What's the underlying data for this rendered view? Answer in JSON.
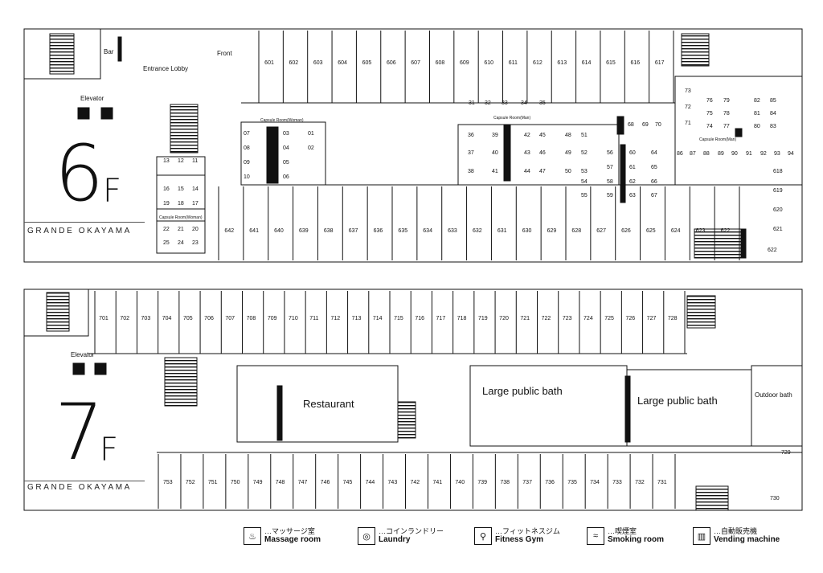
{
  "hotel_name": "GRANDE OKAYAMA",
  "floor6": {
    "number_big": "6",
    "number_small": "F",
    "labels": {
      "bar": "Bar",
      "entrance_lobby": "Entrance Lobby",
      "front": "Front",
      "elevator": "Elevator",
      "capsule_woman_top": "Capsule Room(Woman)",
      "capsule_woman_left": "Capsule Room(Woman)",
      "capsule_man_mid": "Capsule Room(Man)",
      "capsule_man_right": "Capsule Room(Man)"
    },
    "rooms_top": [
      "601",
      "602",
      "603",
      "604",
      "605",
      "606",
      "607",
      "608",
      "609",
      "610",
      "611",
      "612",
      "613",
      "614",
      "615",
      "616",
      "617"
    ],
    "rooms_bottom": [
      "642",
      "641",
      "640",
      "639",
      "638",
      "637",
      "636",
      "635",
      "634",
      "633",
      "632",
      "631",
      "630",
      "629",
      "628",
      "627",
      "626",
      "625",
      "624",
      "623",
      "622"
    ],
    "rooms_right": [
      "618",
      "619",
      "620",
      "621"
    ],
    "capsules_woman": [
      "07",
      "08",
      "09",
      "10",
      "03",
      "04",
      "05",
      "06",
      "01",
      "02"
    ],
    "capsules_left": [
      "13",
      "12",
      "11",
      "16",
      "15",
      "14",
      "19",
      "18",
      "17",
      "22",
      "21",
      "20",
      "25",
      "24",
      "23"
    ],
    "capsules_mid": [
      "31",
      "32",
      "33",
      "34",
      "35",
      "36",
      "37",
      "38",
      "39",
      "40",
      "41",
      "42",
      "43",
      "44",
      "45",
      "46",
      "47",
      "48",
      "49",
      "50",
      "51",
      "52",
      "53",
      "54",
      "55",
      "56",
      "57",
      "58",
      "59",
      "60",
      "61",
      "62",
      "63",
      "64",
      "65",
      "66",
      "67",
      "68",
      "69",
      "70"
    ],
    "capsules_right": [
      "73",
      "72",
      "71",
      "76",
      "79",
      "75",
      "78",
      "74",
      "77",
      "82",
      "85",
      "81",
      "84",
      "80",
      "83",
      "86",
      "87",
      "88",
      "89",
      "90",
      "91",
      "92",
      "93",
      "94"
    ]
  },
  "floor7": {
    "number_big": "7",
    "number_small": "F",
    "labels": {
      "elevator": "Elevator",
      "restaurant": "Restaurant",
      "large_bath_1": "Large public bath",
      "large_bath_2": "Large public bath",
      "outdoor_bath": "Outdoor bath"
    },
    "rooms_top": [
      "701",
      "702",
      "703",
      "704",
      "705",
      "706",
      "707",
      "708",
      "709",
      "710",
      "711",
      "712",
      "713",
      "714",
      "715",
      "716",
      "717",
      "718",
      "719",
      "720",
      "721",
      "722",
      "723",
      "724",
      "725",
      "726",
      "727",
      "728"
    ],
    "rooms_bottom": [
      "753",
      "752",
      "751",
      "750",
      "749",
      "748",
      "747",
      "746",
      "745",
      "744",
      "743",
      "742",
      "741",
      "740",
      "739",
      "738",
      "737",
      "736",
      "735",
      "734",
      "733",
      "732",
      "731"
    ],
    "rooms_right": [
      "729",
      "730"
    ]
  },
  "legend": [
    {
      "icon": "massage-icon",
      "jp": "…マッサージ室",
      "en": "Massage room"
    },
    {
      "icon": "laundry-icon",
      "jp": "…コインランドリー",
      "en": "Laundry"
    },
    {
      "icon": "gym-icon",
      "jp": "…フィットネスジム",
      "en": "Fitness Gym"
    },
    {
      "icon": "smoking-icon",
      "jp": "…喫煙室",
      "en": "Smoking room"
    },
    {
      "icon": "vending-icon",
      "jp": "…自動販売機",
      "en": "Vending machine"
    }
  ]
}
